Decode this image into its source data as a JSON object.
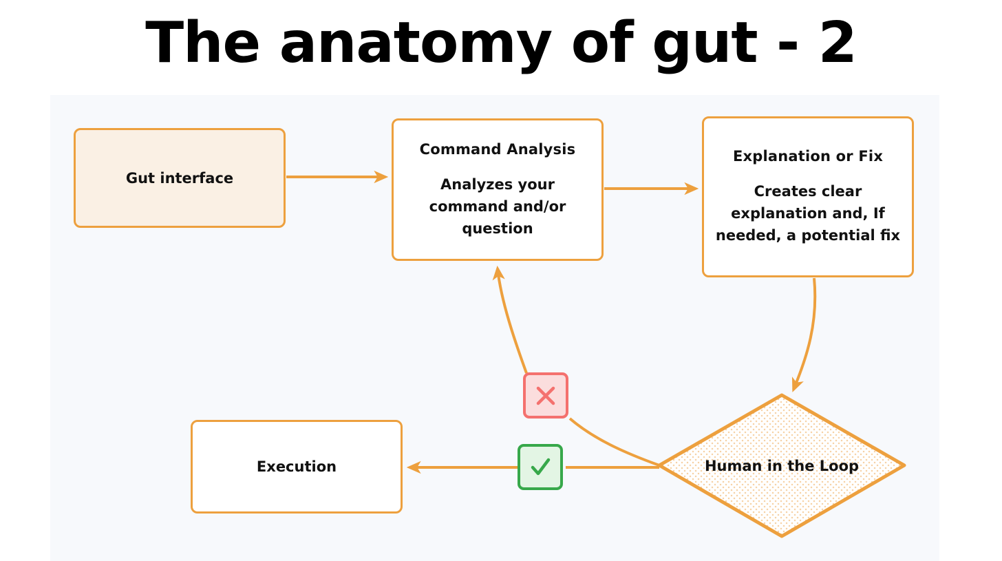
{
  "page": {
    "title": "The anatomy of gut - 2",
    "background": "#ffffff",
    "canvas_background": "#f7f9fc"
  },
  "colors": {
    "accent_orange": "#eda03e",
    "node_fill_cream": "#faf0e4",
    "node_fill_white": "#ffffff",
    "reject_border": "#f4716e",
    "reject_fill": "#fbdddd",
    "accept_border": "#37a84a",
    "accept_fill": "#e3f5e4",
    "text": "#111111"
  },
  "diagram": {
    "type": "flowchart",
    "nodes": [
      {
        "id": "gut-interface",
        "shape": "rounded-rect",
        "title": "Gut interface",
        "body": "",
        "fill": "#faf0e4"
      },
      {
        "id": "command-analysis",
        "shape": "rounded-rect",
        "title": "Command Analysis",
        "body": "Analyzes your command and/or question",
        "fill": "#ffffff"
      },
      {
        "id": "explanation-or-fix",
        "shape": "rounded-rect",
        "title": "Explanation or Fix",
        "body": "Creates clear explanation and, If needed, a potential fix",
        "fill": "#ffffff"
      },
      {
        "id": "human-in-the-loop",
        "shape": "diamond",
        "title": "Human in the Loop",
        "body": "",
        "fill": "dotted-orange"
      },
      {
        "id": "execution",
        "shape": "rounded-rect",
        "title": "Execution",
        "body": "",
        "fill": "#ffffff"
      }
    ],
    "badges": [
      {
        "id": "reject",
        "glyph": "✕",
        "meaning": "reject"
      },
      {
        "id": "accept",
        "glyph": "✓",
        "meaning": "approve"
      }
    ],
    "edges": [
      {
        "from": "gut-interface",
        "to": "command-analysis",
        "label": ""
      },
      {
        "from": "command-analysis",
        "to": "explanation-or-fix",
        "label": ""
      },
      {
        "from": "explanation-or-fix",
        "to": "human-in-the-loop",
        "label": ""
      },
      {
        "from": "human-in-the-loop",
        "to": "command-analysis",
        "label": "reject"
      },
      {
        "from": "human-in-the-loop",
        "to": "execution",
        "label": "approve"
      }
    ]
  }
}
